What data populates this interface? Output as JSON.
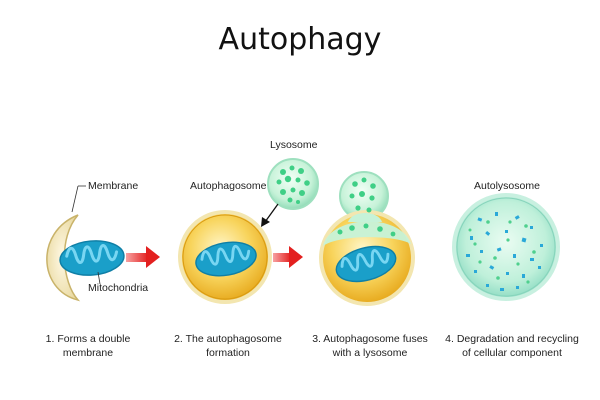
{
  "title": "Autophagy",
  "labels": {
    "membrane": "Membrane",
    "mitochondria": "Mitochondria",
    "autophagosome": "Autophagosome",
    "lysosome": "Lysosome",
    "autolysosome": "Autolysosome"
  },
  "steps": [
    {
      "line1": "1. Forms a double",
      "line2": "membrane"
    },
    {
      "line1": "2. The autophagosome",
      "line2": "formation"
    },
    {
      "line1": "3. Autophagosome fuses",
      "line2": "with a lysosome"
    },
    {
      "line1": "4. Degradation and recycling",
      "line2": "of cellular component"
    }
  ],
  "colors": {
    "membrane": "#f3e7b8",
    "autophagosome": "#f6c84a",
    "autophagosome_rim": "#e5a81e",
    "mitochondria": "#1a9fc9",
    "lysosome": "#bff0cf",
    "lysosome_dots": "#3fcf86",
    "autolysosome": "#b9ecd6",
    "fragments": "#2aa8d8",
    "arrow": "#e8282a"
  }
}
